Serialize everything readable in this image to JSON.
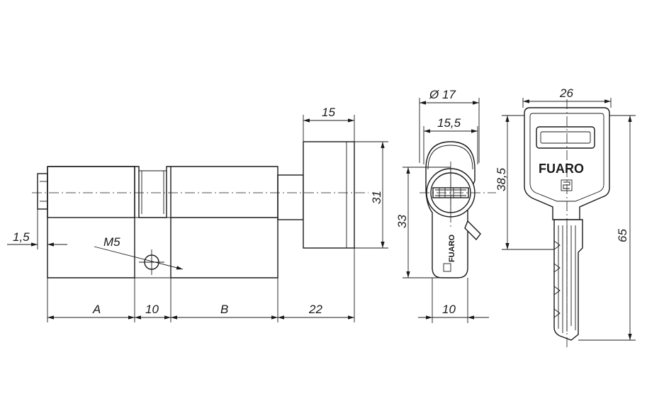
{
  "drawing": {
    "front_view": {
      "dim_offset": "1,5",
      "dim_screw": "M5",
      "dim_a": "A",
      "dim_10": "10",
      "dim_b": "B",
      "dim_22": "22",
      "dim_15": "15",
      "dim_31": "31"
    },
    "side_view": {
      "dim_diameter": "Ø 17",
      "dim_15_5": "15,5",
      "dim_33": "33",
      "dim_10": "10",
      "brand": "FUARO"
    },
    "key_view": {
      "dim_26": "26",
      "dim_38_5": "38,5",
      "dim_65": "65",
      "brand": "FUARO"
    }
  }
}
